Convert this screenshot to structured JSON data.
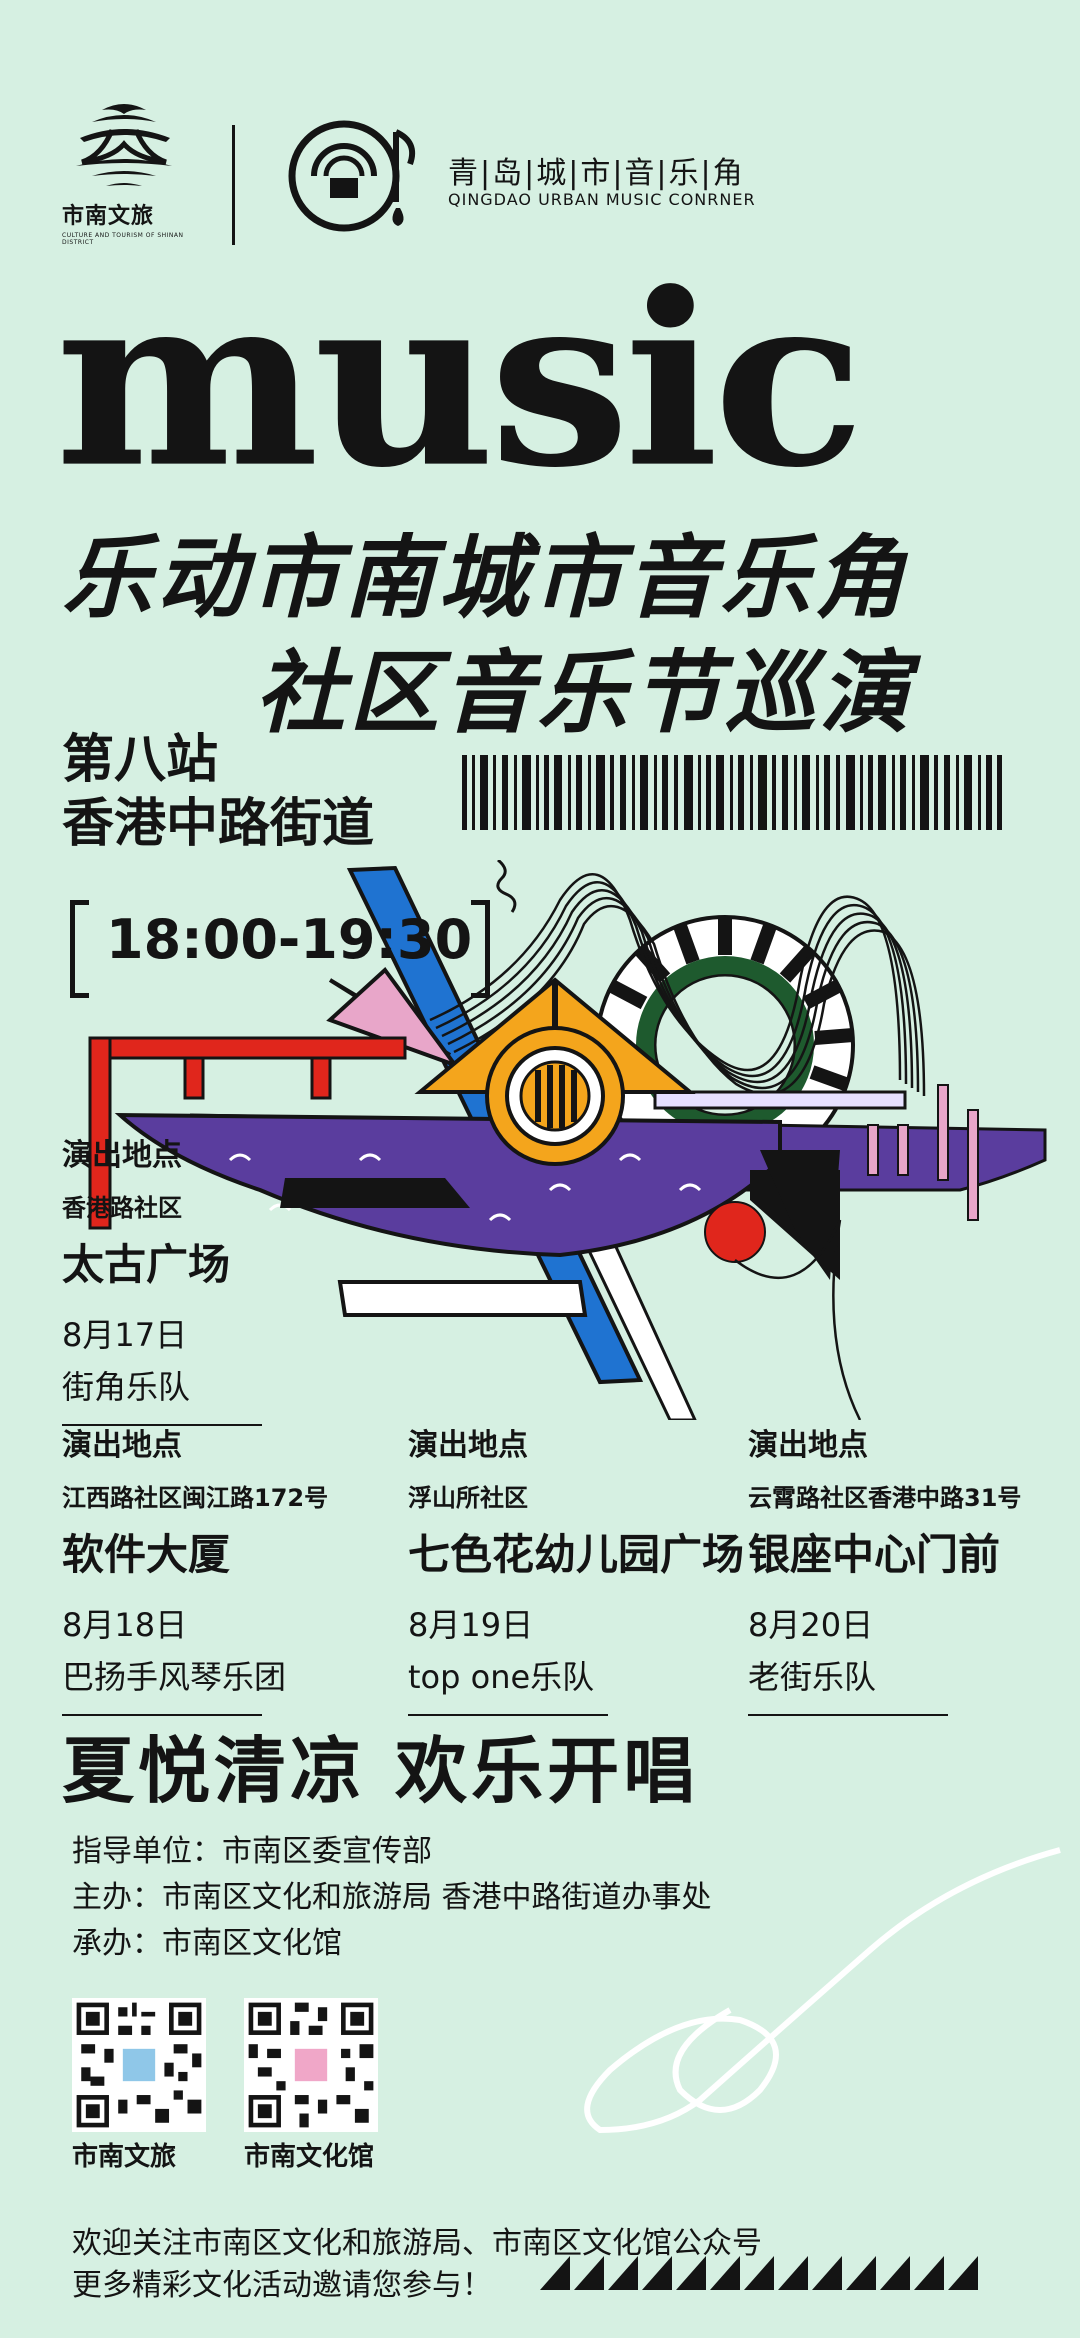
{
  "header": {
    "left_logo_text": "市南文旅",
    "left_logo_sub": "CULTURE AND TOURISM OF SHINAN DISTRICT",
    "brand_cn": "青|岛|城|市|音|乐|角",
    "brand_en": "QINGDAO URBAN MUSIC CONRNER"
  },
  "hero": {
    "music": "MUSIC",
    "title_line1": "乐动市南城市音乐角",
    "title_line2": "社区音乐节巡演",
    "station_line1": "第八站",
    "station_line2": "香港中路街道",
    "time": "18:00-19:30"
  },
  "venues": [
    {
      "label": "演出地点",
      "addr": "香港路社区",
      "name": "太古广场",
      "date": "8月17日",
      "band": "街角乐队"
    },
    {
      "label": "演出地点",
      "addr": "江西路社区闽江路172号",
      "name": "软件大厦",
      "date": "8月18日",
      "band": "巴扬手风琴乐团"
    },
    {
      "label": "演出地点",
      "addr": "浮山所社区",
      "name": "七色花幼儿园广场",
      "date": "8月19日",
      "band": "top one乐队"
    },
    {
      "label": "演出地点",
      "addr": "云霄路社区香港中路31号",
      "name": "银座中心门前",
      "date": "8月20日",
      "band": "老街乐队"
    }
  ],
  "slogan": "夏悦清凉 欢乐开唱",
  "organizers": {
    "guide": "指导单位：市南区委宣传部",
    "host": "主办：市南区文化和旅游局 香港中路街道办事处",
    "undertake": "承办：市南区文化馆"
  },
  "qr_codes": [
    {
      "label": "市南文旅"
    },
    {
      "label": "市南文化馆"
    }
  ],
  "footer": {
    "line1": "欢迎关注市南区文化和旅游局、市南区文化馆公众号",
    "line2": "更多精彩文化活动邀请您参与！"
  },
  "colors": {
    "background": "#d6f0e2",
    "purple": "#5a3d9e",
    "blue": "#1f73d1",
    "orange": "#f4a51c",
    "red": "#e0261c",
    "green": "#1e5a2e",
    "pink": "#e8a6c9",
    "ink": "#141414"
  }
}
